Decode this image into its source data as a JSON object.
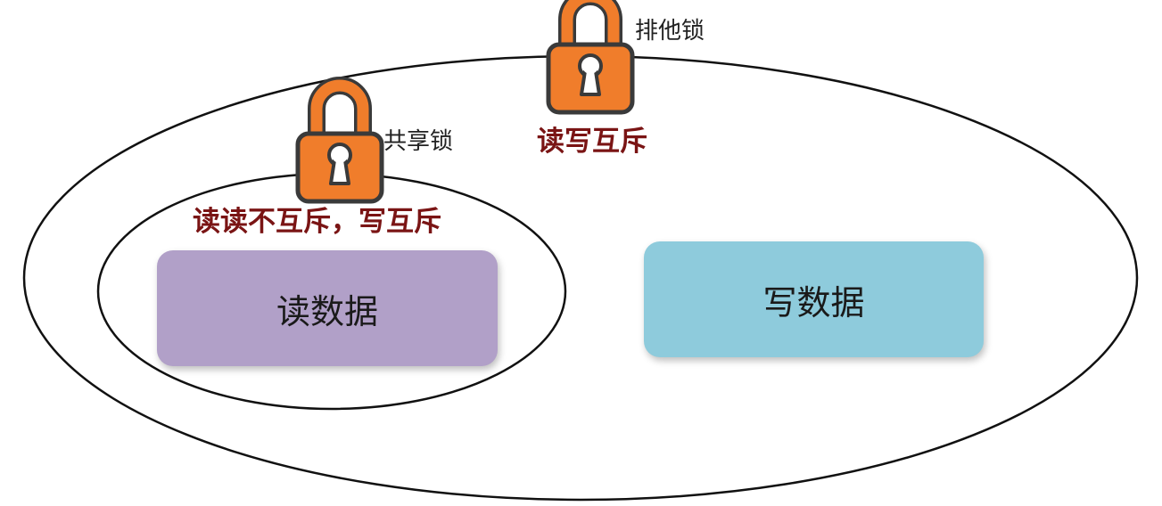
{
  "exclusive_lock": {
    "label": "排他锁",
    "rule": "读写互斥",
    "icon": "padlock-icon"
  },
  "shared_lock": {
    "label": "共享锁",
    "rule": "读读不互斥，写互斥",
    "icon": "padlock-icon"
  },
  "read_box": {
    "label": "读数据"
  },
  "write_box": {
    "label": "写数据"
  },
  "colors": {
    "lock_body": "#f07d2b",
    "lock_outline": "#3a3a3a",
    "rule_text": "#7a1414",
    "read_box": "#b1a0c8",
    "write_box": "#8ecbdc",
    "ellipse_stroke": "#111111"
  }
}
